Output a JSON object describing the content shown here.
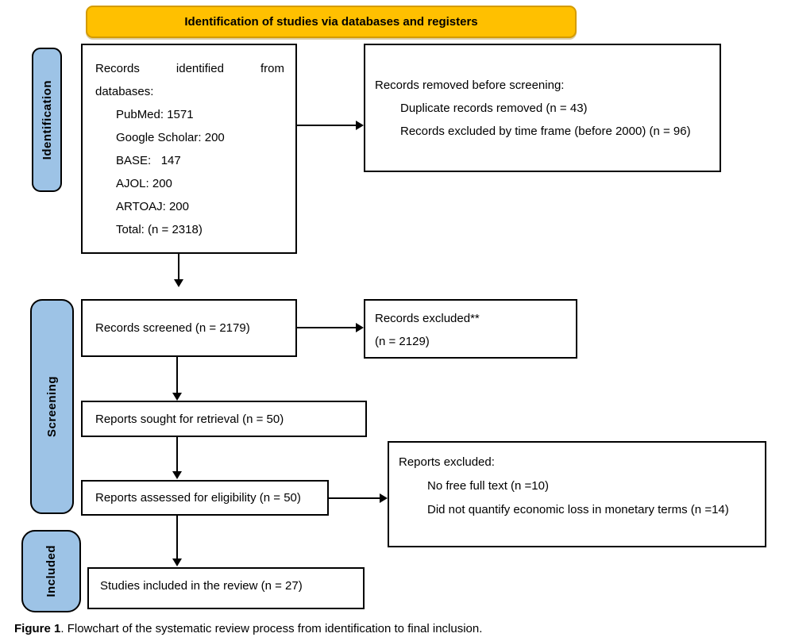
{
  "banner": {
    "label": "Identification of studies via databases and registers"
  },
  "sidebar": {
    "identification": "Identification",
    "screening": "Screening",
    "included": "Included"
  },
  "boxes": {
    "records_identified": {
      "line1_words": [
        "Records",
        "identified",
        "from"
      ],
      "line2": "databases:",
      "items": [
        "PubMed: 1571",
        "Google Scholar: 200",
        "BASE:   147",
        "AJOL: 200",
        "ARTOAJ: 200",
        "Total: (n = 2318)"
      ]
    },
    "records_removed": {
      "title": "Records removed before screening:",
      "items": [
        "Duplicate records removed (n = 43)",
        "Records excluded by time frame (before 2000) (n = 96)"
      ]
    },
    "records_screened": {
      "label": "Records screened (n = 2179)"
    },
    "records_excluded": {
      "line1": "Records excluded**",
      "line2": "(n = 2129)"
    },
    "reports_sought": {
      "label": "Reports sought for retrieval (n = 50)"
    },
    "reports_assessed": {
      "label": "Reports assessed for eligibility (n = 50)"
    },
    "reports_excluded": {
      "title": "Reports excluded:",
      "items": [
        "No free full text (n =10)",
        "Did not quantify economic loss in monetary terms (n =14)"
      ]
    },
    "studies_included": {
      "label": "Studies included in the review (n = 27)"
    }
  },
  "caption": {
    "bold": "Figure 1",
    "rest": ". Flowchart of the systematic review process from identification to final inclusion."
  },
  "colors": {
    "banner_fill": "#FFC000",
    "banner_border": "#D49B00",
    "sidebar_fill": "#9DC3E6"
  }
}
